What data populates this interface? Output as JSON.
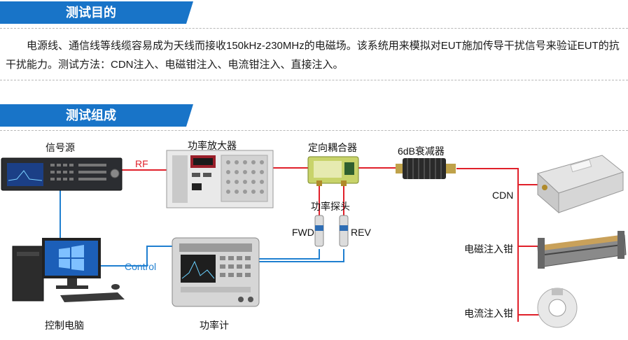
{
  "section1": {
    "title": "测试目的"
  },
  "purpose": {
    "text": "电源线、通信线等线缆容易成为天线而接收150kHz-230MHz的电磁场。该系统用来模拟对EUT施加传导干扰信号来验证EUT的抗干扰能力。测试方法：CDN注入、电磁钳注入、电流钳注入、直接注入。"
  },
  "section2": {
    "title": "测试组成"
  },
  "diagram": {
    "components": {
      "signal_source": "信号源",
      "power_amplifier": "功率放大器",
      "directional_coupler": "定向耦合器",
      "attenuator": "6dB衰减器",
      "power_probe": "功率探头",
      "control_pc": "控制电脑",
      "power_meter": "功率计",
      "cdn": "CDN",
      "em_clamp": "电磁注入钳",
      "current_clamp": "电流注入钳"
    },
    "connections": {
      "rf": "RF",
      "control": "Control",
      "fwd": "FWD",
      "rev": "REV"
    },
    "colors": {
      "header_blue": "#1874c8",
      "rf_line": "#e0202a",
      "control_line": "#1f7fd0"
    }
  }
}
